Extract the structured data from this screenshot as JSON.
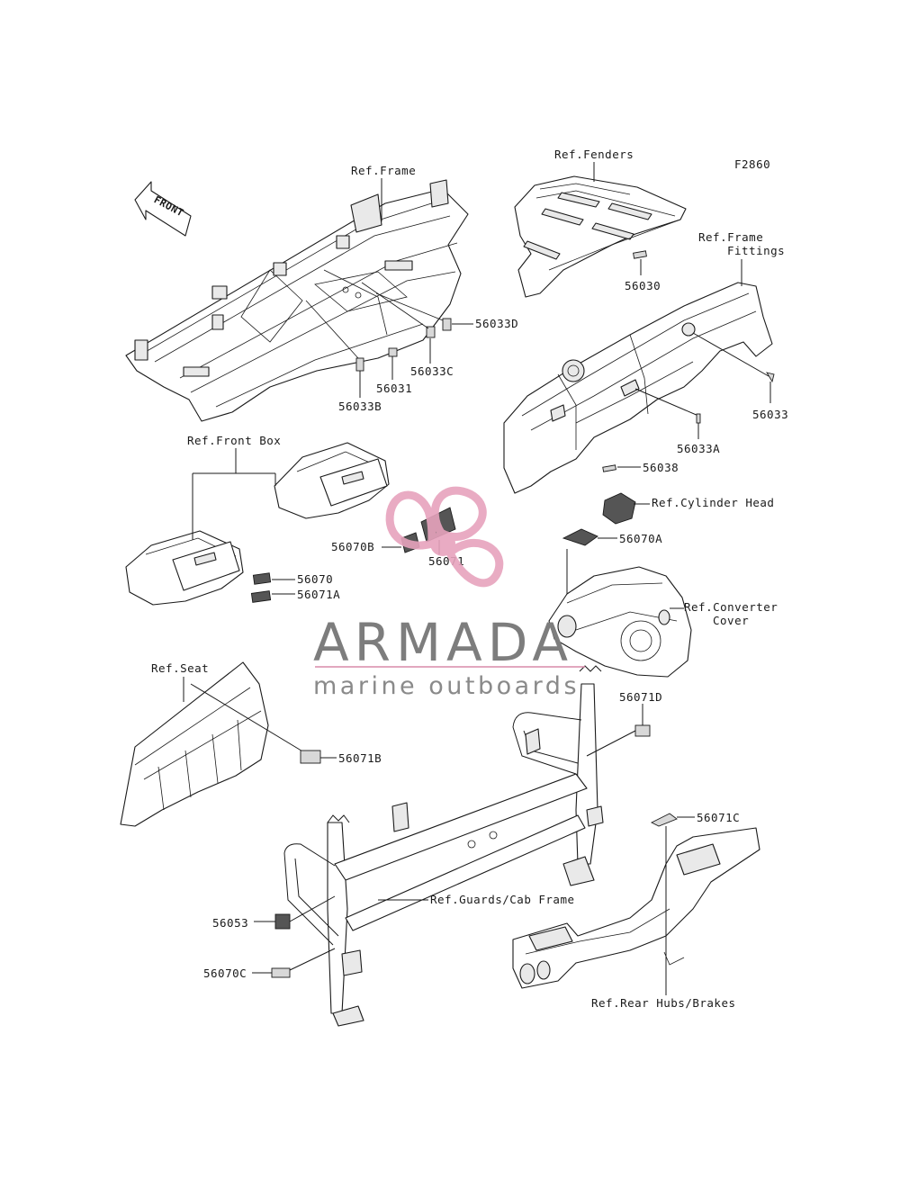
{
  "figure_code": "F2860",
  "front_arrow": {
    "label": "FRONT"
  },
  "references": {
    "frame": "Ref.Frame",
    "fenders": "Ref.Fenders",
    "frame_fittings_1": "Ref.Frame",
    "frame_fittings_2": "Fittings",
    "front_box": "Ref.Front Box",
    "cylinder_head": "Ref.Cylinder Head",
    "converter_cover_1": "Ref.Converter",
    "converter_cover_2": "Cover",
    "seat": "Ref.Seat",
    "guards_cab_frame": "Ref.Guards/Cab Frame",
    "rear_hubs_brakes": "Ref.Rear Hubs/Brakes"
  },
  "parts": {
    "p56030": "56030",
    "p56033D": "56033D",
    "p56033C": "56033C",
    "p56031": "56031",
    "p56033B": "56033B",
    "p56033": "56033",
    "p56033A": "56033A",
    "p56038": "56038",
    "p56070A": "56070A",
    "p56070B": "56070B",
    "p56071": "56071",
    "p56070": "56070",
    "p56071A": "56071A",
    "p56071D": "56071D",
    "p56071B": "56071B",
    "p56071C": "56071C",
    "p56053": "56053",
    "p56070C": "56070C"
  },
  "watermark": {
    "brand": "ARMADA",
    "tagline": "marine outboards",
    "logo_color": "#e7a3bd",
    "accent_color": "#d98aa9"
  }
}
